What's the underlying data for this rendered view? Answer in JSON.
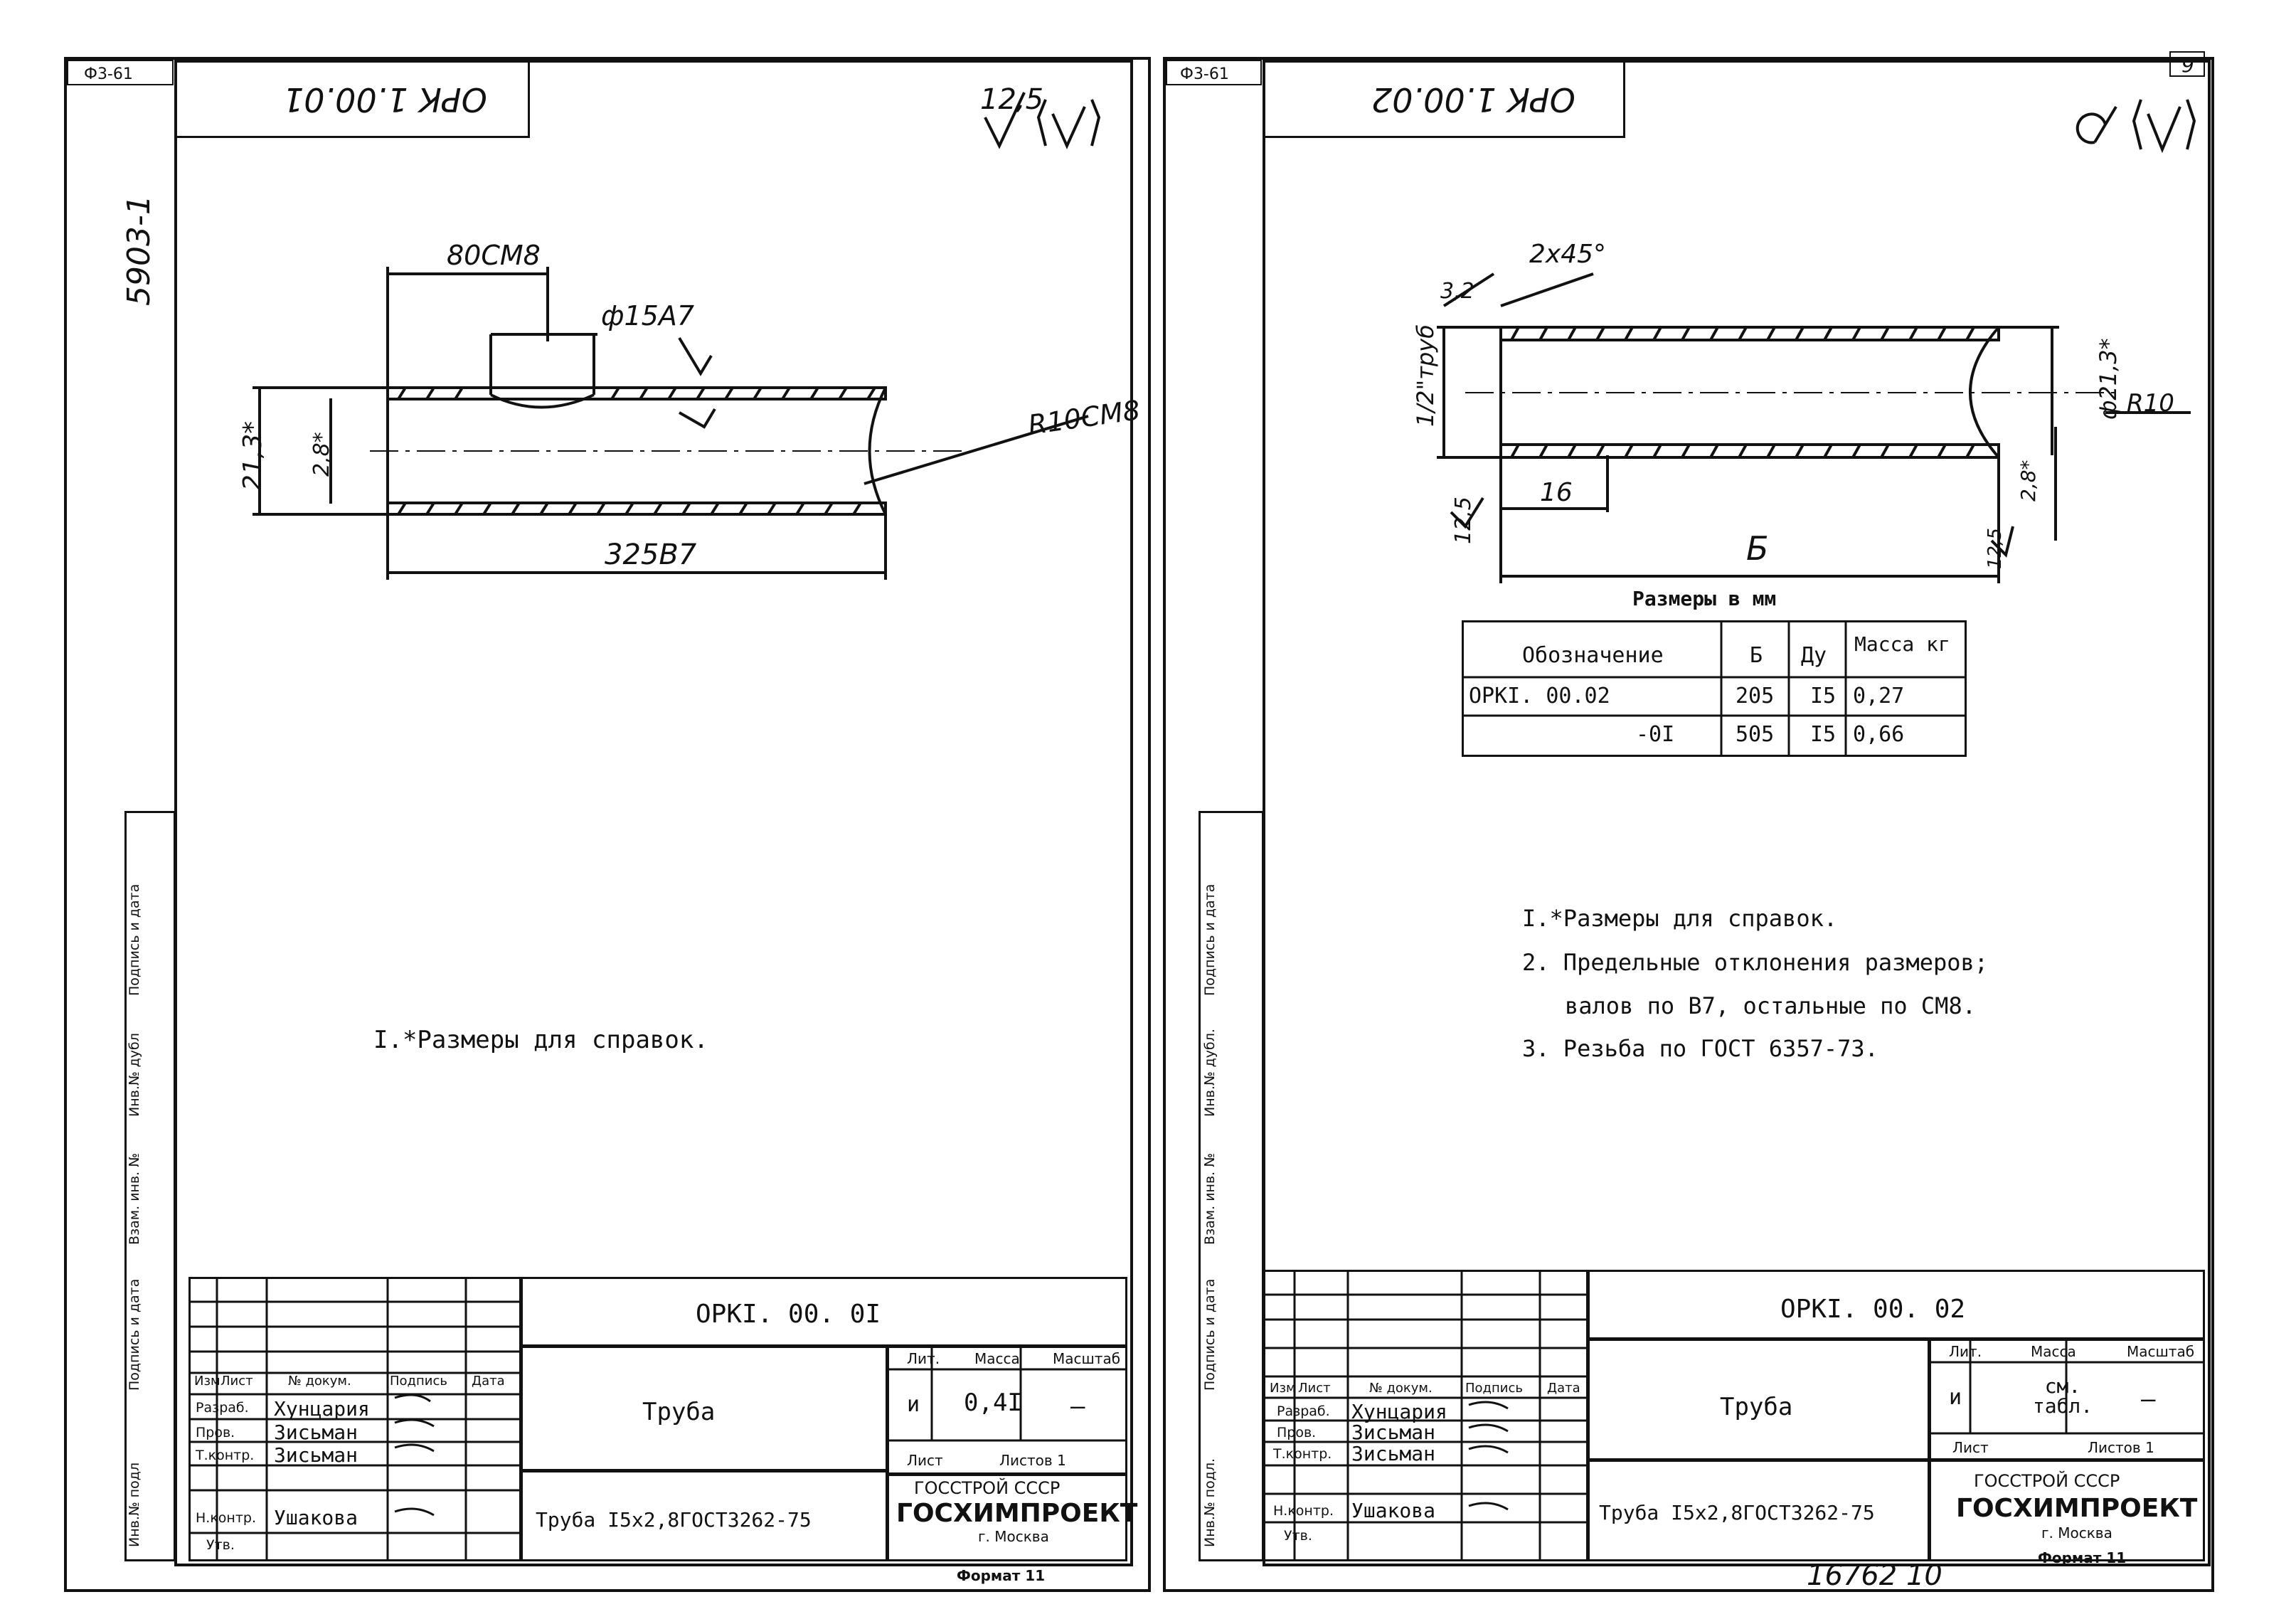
{
  "sheet1": {
    "format_code": "Ф3-61",
    "stamp_code": "ОРК 1.00.01",
    "project_number": "5903-1",
    "roughness": "12,5",
    "dims": {
      "d1": "80СМ8",
      "d2": "ф15А7",
      "d3": "21,3*",
      "d4": "2,8*",
      "d5": "R10СМ8",
      "d6": "325В7"
    },
    "note": "I.*Размеры для справок.",
    "side_labels": [
      "Подпись и дата",
      "Инв.№ дубл",
      "Взам. инв. №",
      "Подпись и дата",
      "Инв.№ подл"
    ],
    "title_block": {
      "doc_code": "ОРКI. 00. 0I",
      "name": "Труба",
      "material": "Труба I5х2,8ГОСТ3262-75",
      "col_headers": [
        "Изм",
        "Лист",
        "№ докум.",
        "Подпись",
        "Дата"
      ],
      "roles": [
        "Разраб.",
        "Пров.",
        "Т.контр.",
        "",
        "Н.контр.",
        "Утв."
      ],
      "persons": [
        "Хунцария",
        "Зисьман",
        "Зисьман",
        "",
        "Ушакова",
        ""
      ],
      "lit_label": "Лит.",
      "mass_label": "Масса",
      "scale_label": "Масштаб",
      "lit_value": "и",
      "mass_value": "0,4I",
      "scale_value": "—",
      "sheet_label": "Лист",
      "sheets_label": "Листов 1",
      "org_top": "ГОССТРОЙ СССР",
      "org_main": "ГОСХИМПРОЕКТ",
      "org_city": "г. Москва",
      "format": "Формат 11"
    }
  },
  "sheet2": {
    "format_code": "Ф3-61",
    "sheet_number": "9",
    "stamp_code": "ОРК 1.00.02",
    "dims": {
      "chamfer": "2х45°",
      "r1": "3,2",
      "thread": "1/2\"труб",
      "len16": "16",
      "r2": "12,5",
      "b": "Б",
      "d213": "ф21,3*",
      "r10": "R10",
      "w28": "2,8*",
      "r3": "12,5"
    },
    "sizes_caption": "Размеры в мм",
    "table": {
      "headers": [
        "Обозначение",
        "Б",
        "Ду",
        "Масса кг"
      ],
      "rows": [
        [
          "ОРКI. 00.02",
          "205",
          "I5",
          "0,27"
        ],
        [
          "-0I",
          "505",
          "I5",
          "0,66"
        ]
      ]
    },
    "notes": [
      "I.*Размеры для справок.",
      "2. Предельные отклонения размеров;",
      "валов по В7, остальные по СМ8.",
      "3. Резьба по ГОСТ 6357-73."
    ],
    "side_labels": [
      "Подпись и дата",
      "Инв.№ дубл.",
      "Взам. инв. №",
      "Подпись и дата",
      "Инв.№ подл."
    ],
    "title_block": {
      "doc_code": "ОРКI. 00. 02",
      "name": "Труба",
      "material": "Труба I5х2,8ГОСТ3262-75",
      "col_headers": [
        "Изм",
        "Лист",
        "№ докум.",
        "Подпись",
        "Дата"
      ],
      "roles": [
        "Разраб.",
        "Пров.",
        "Т.контр.",
        "",
        "Н.контр.",
        "Утв."
      ],
      "persons": [
        "Хунцария",
        "Зисьман",
        "Зисьман",
        "",
        "Ушакова",
        ""
      ],
      "lit_label": "Лит.",
      "mass_label": "Масса",
      "scale_label": "Масштаб",
      "lit_value": "и",
      "mass_value": "см. табл.",
      "scale_value": "—",
      "sheet_label": "Лист",
      "sheets_label": "Листов 1",
      "org_top": "ГОССТРОЙ СССР",
      "org_main": "ГОСХИМПРОЕКТ",
      "org_city": "г. Москва",
      "format": "Формат 11"
    },
    "archive_number": "16762 10"
  }
}
